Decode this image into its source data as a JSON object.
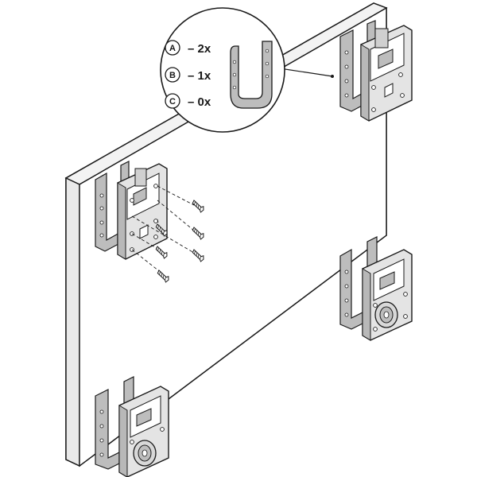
{
  "legend": {
    "items": [
      {
        "letter": "A",
        "text": "– 2x"
      },
      {
        "letter": "B",
        "text": "– 1x"
      },
      {
        "letter": "C",
        "text": "– 0x"
      }
    ]
  },
  "colors": {
    "line": "#1a1a1a",
    "panel_fill": "#ffffff",
    "edge_fill": "#efefef",
    "bracket_fill": "#bdbdbd",
    "plate_fill": "#e4e4e4",
    "plate_shadow": "#b8b8b8",
    "hole_fill": "#ffffff"
  },
  "icons": [
    "mounting-bracket-icon",
    "screw-icon",
    "roller-icon"
  ]
}
